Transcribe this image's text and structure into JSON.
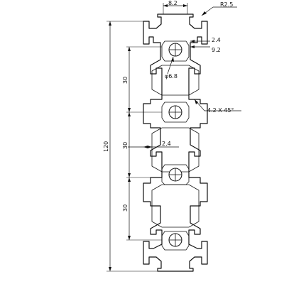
{
  "dimensions": {
    "slot_width": "8.2",
    "corner_radius": "R2.5",
    "wall_thickness_top": "2.4",
    "lip_depth": "9.2",
    "bore_diameter": "φ6.8",
    "chamfer": "4.2 X 45°",
    "wall_thickness_mid": "2.4",
    "pitch_upper": "30",
    "pitch_middle": "30",
    "pitch_lower": "30",
    "overall_length": "120"
  }
}
